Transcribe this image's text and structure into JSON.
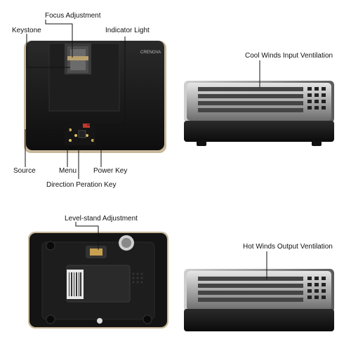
{
  "brand_text": "CRENOVA",
  "labels": {
    "focus_adjustment": "Focus Adjustment",
    "keystone": "Keystone",
    "indicator_light": "Indicator Light",
    "cool_winds_input": "Cool Winds Input Ventilation",
    "source": "Source",
    "menu": "Menu",
    "power_key": "Power Key",
    "direction_key": "Direction Peration Key",
    "level_stand": "Level-stand Adjustment",
    "hot_winds_output": "Hot Winds Output Ventilation"
  }
}
